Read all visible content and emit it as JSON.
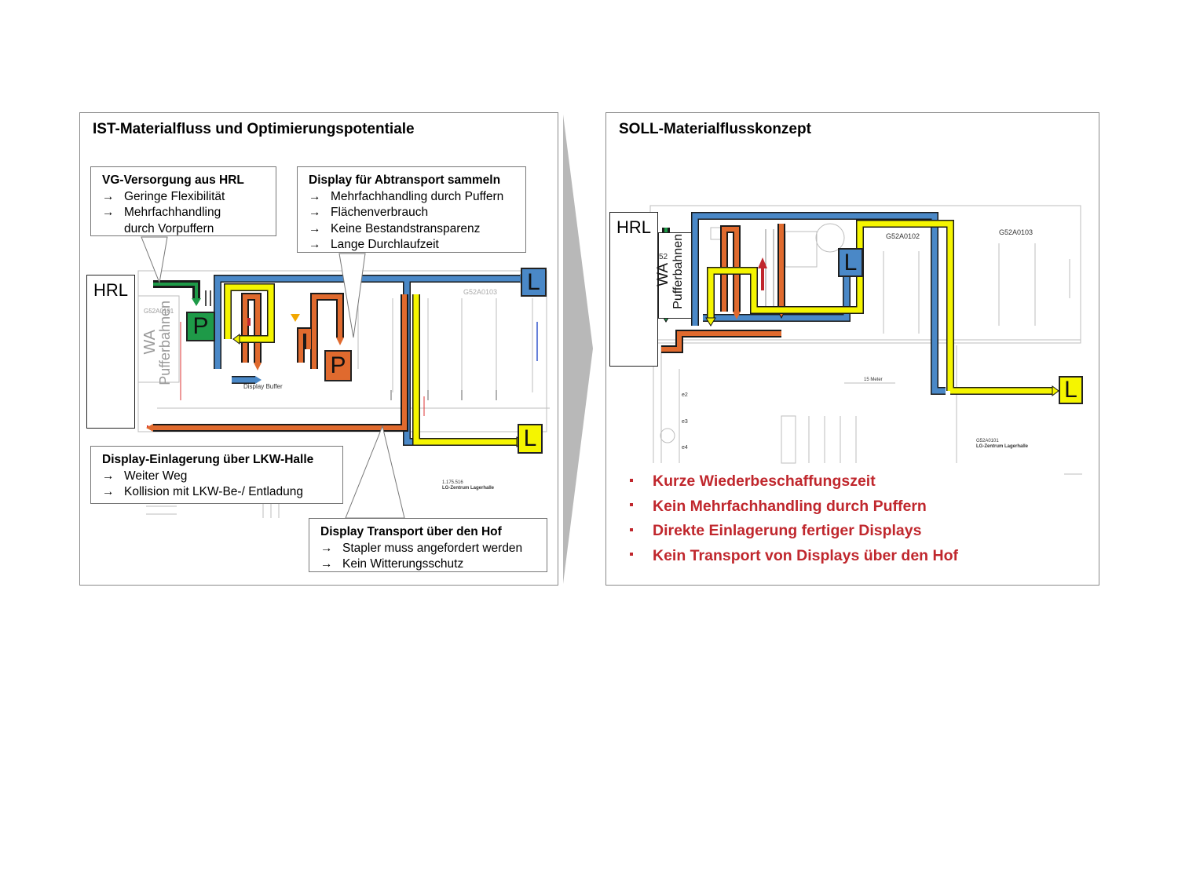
{
  "left_panel": {
    "title": "IST-Materialfluss und Optimierungspotentiale",
    "callouts": [
      {
        "title": "VG-Versorgung aus HRL",
        "items": [
          "Geringe Flexibilität",
          "Mehrfachhandling"
        ],
        "continuation": "durch Vorpuffern"
      },
      {
        "title": "Display für Abtransport sammeln",
        "items": [
          "Mehrfachhandling durch Puffern",
          "Flächenverbrauch",
          "Keine Bestandstransparenz",
          "Lange Durchlaufzeit"
        ]
      },
      {
        "title": "Display-Einlagerung über LKW-Halle",
        "items": [
          "Weiter Weg",
          "Kollision mit LKW-Be-/ Entladung"
        ]
      },
      {
        "title": "Display Transport über den Hof",
        "items": [
          "Stapler muss angefordert werden",
          "Kein Witterungsschutz"
        ]
      }
    ],
    "map": {
      "hrl_label": "HRL",
      "wa_label": "WA",
      "pufferbahnen_label": "Pufferbahnen",
      "p_label": "P",
      "l_label": "L",
      "display_buffer_label": "Display Buffer",
      "area_code": "G52A0103",
      "area_code_2": "G52A0101",
      "plan_title": "LG-Zentrum Lagerhalle",
      "plan_code": "1.175.516"
    }
  },
  "right_panel": {
    "title": "SOLL-Materialflusskonzept",
    "map": {
      "hrl_label": "HRL",
      "wa_label": "WA",
      "pufferbahnen_label": "Pufferbahnen",
      "l_label": "L",
      "area_code_1": "G52A0102",
      "area_code_2": "G52A0103",
      "area_code_3": "G52A0101",
      "plan_title": "LG-Zentrum Lagerhalle",
      "num_52": "52",
      "dim_text": "15 Meter",
      "e2": "e2",
      "e3": "e3",
      "e4": "e4"
    },
    "benefits": [
      "Kurze Wiederbeschaffungszeit",
      "Kein Mehrfachhandling durch Puffern",
      "Direkte Einlagerung fertiger Displays",
      "Kein Transport von Displays über den Hof"
    ]
  },
  "colors": {
    "blue": "#4a88c7",
    "yellow": "#f5f500",
    "orange": "#e06a2e",
    "green": "#1e9a48",
    "red_text": "#c0272d"
  },
  "icons": {
    "arrow": "→",
    "bullet": "square"
  }
}
